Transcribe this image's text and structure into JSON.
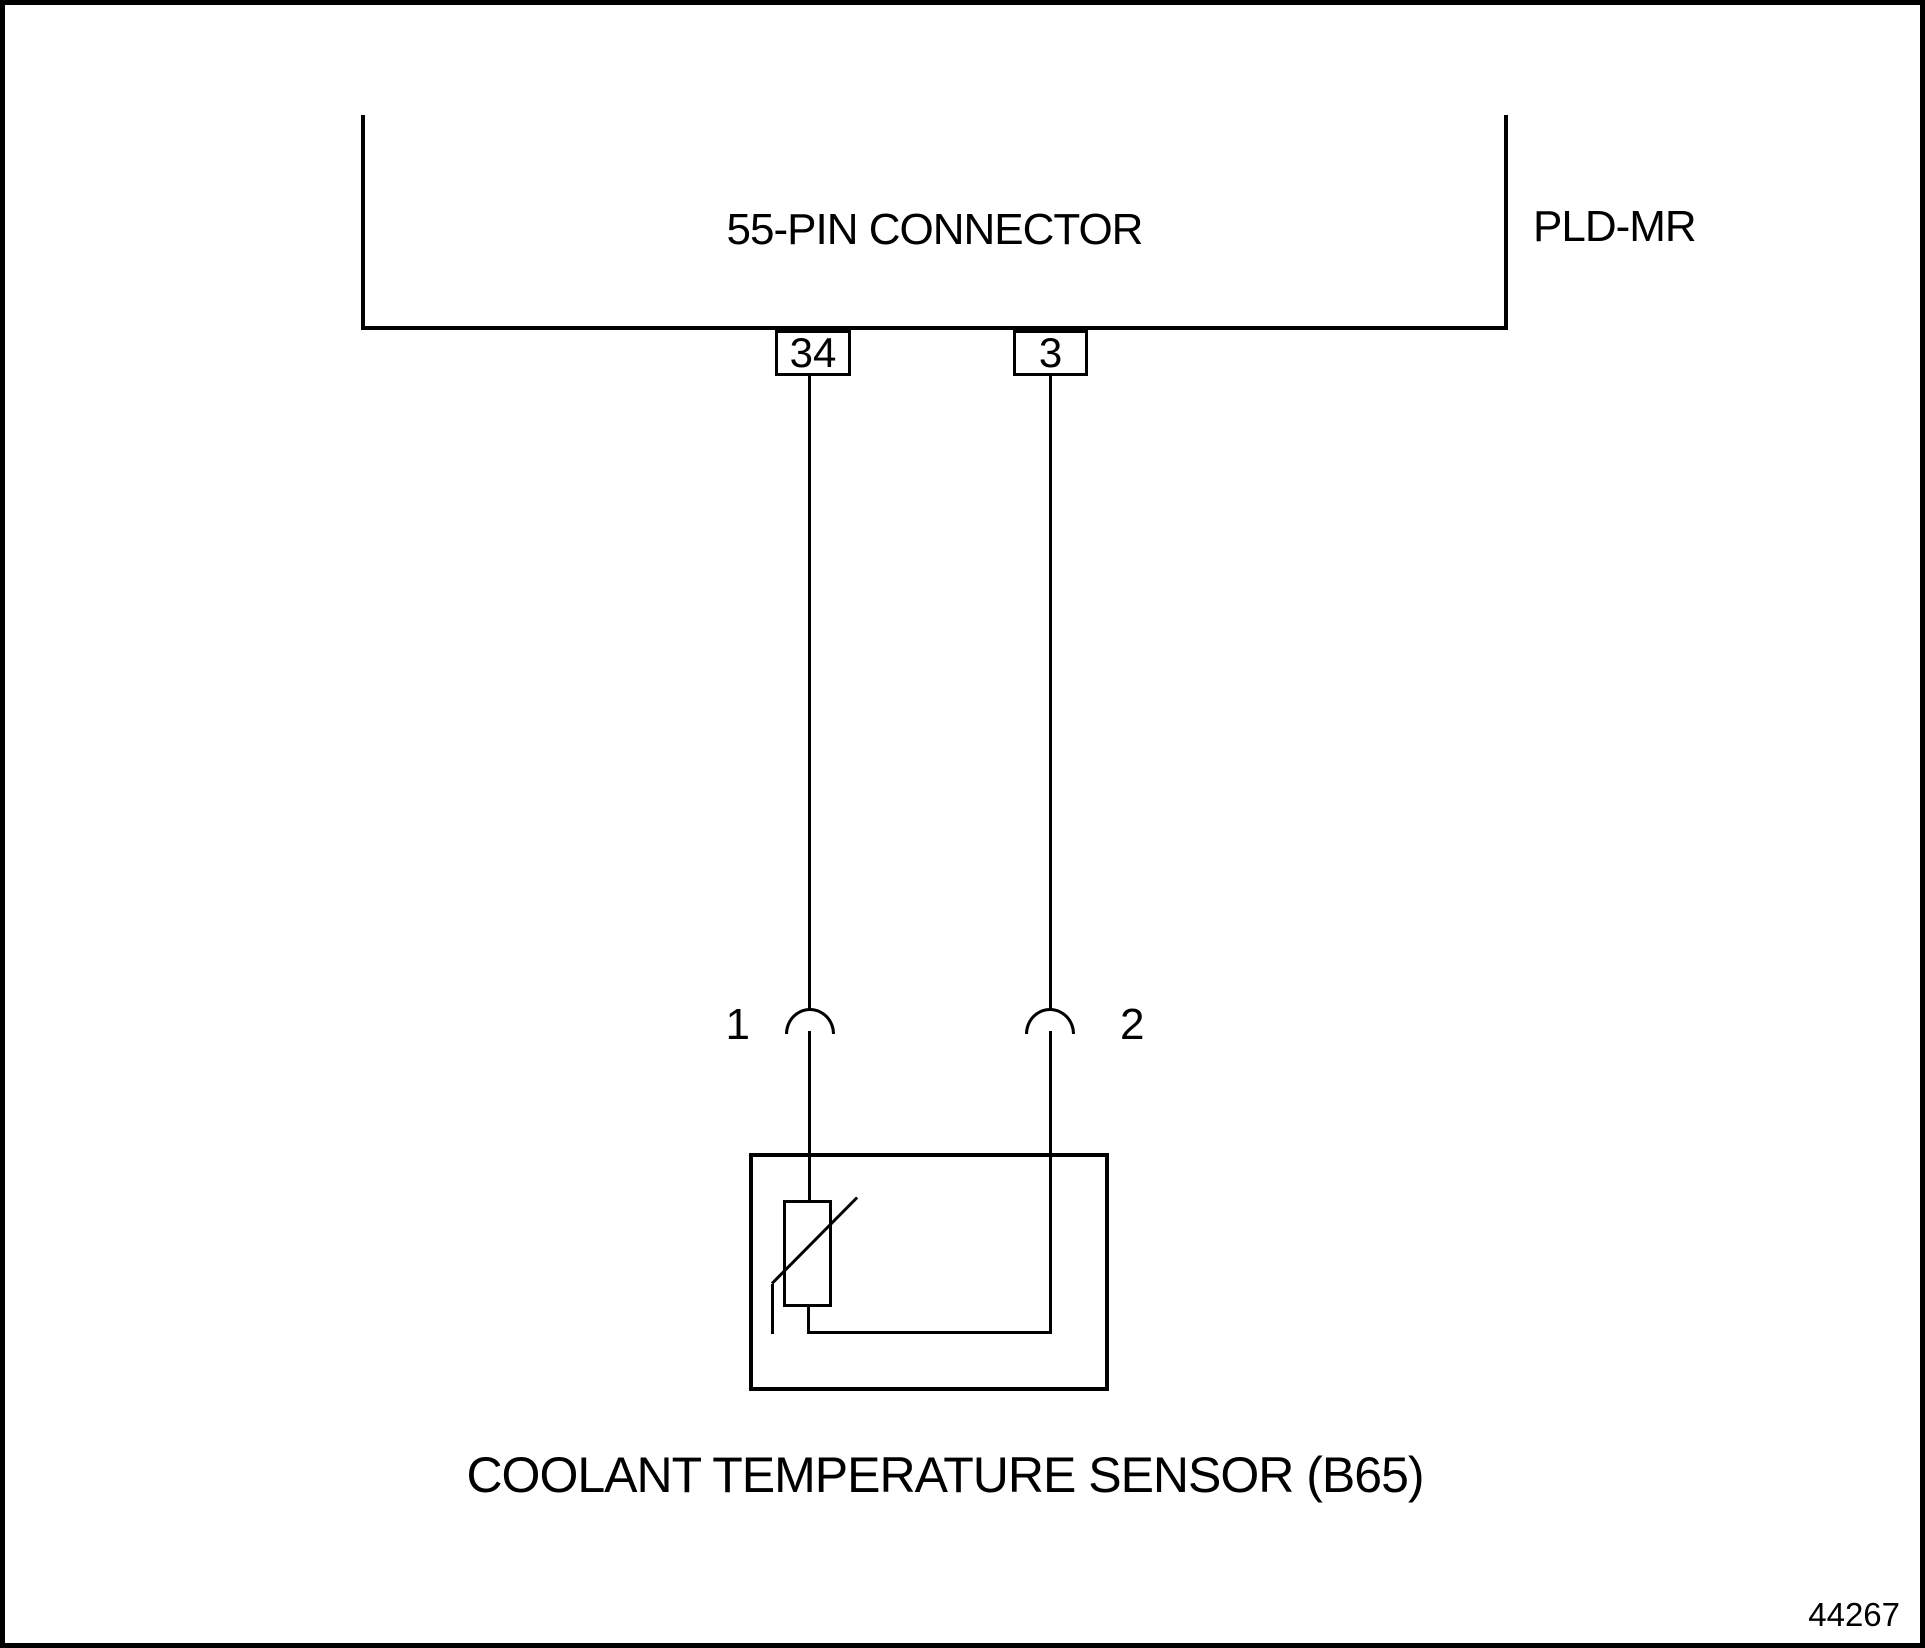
{
  "colors": {
    "ink": "#000000",
    "paper": "#ffffff"
  },
  "ecu": {
    "connector_title": "55-PIN CONNECTOR",
    "module_name": "PLD-MR",
    "pins": [
      {
        "label": "34"
      },
      {
        "label": "3"
      }
    ]
  },
  "harness": {
    "plug_pins": [
      {
        "label": "1"
      },
      {
        "label": "2"
      }
    ]
  },
  "sensor": {
    "caption": "COOLANT TEMPERATURE SENSOR (B65)"
  },
  "footer": {
    "figure_number": "44267"
  }
}
